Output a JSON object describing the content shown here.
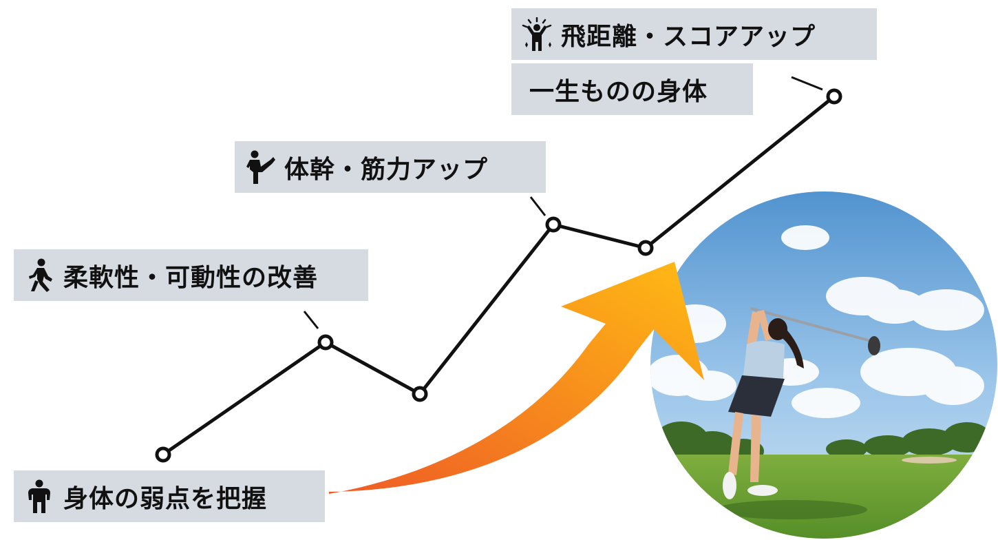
{
  "stages": [
    {
      "label": "身体の弱点を把握",
      "icon": "standing-person-icon"
    },
    {
      "label": "柔軟性・可動性の改善",
      "icon": "walking-person-icon"
    },
    {
      "label": "体幹・筋力アップ",
      "icon": "high-kick-person-icon"
    },
    {
      "label": "飛距離・スコアアップ",
      "sublabel": "一生ものの身体",
      "icon": "celebrating-person-icon"
    }
  ],
  "colors": {
    "label_background": "#d6dbe2",
    "line": "#111111",
    "arrow_start": "#ee5a26",
    "arrow_end": "#ffbb14",
    "sky_top": "#4f92cf",
    "grass": "#6a9a34"
  }
}
